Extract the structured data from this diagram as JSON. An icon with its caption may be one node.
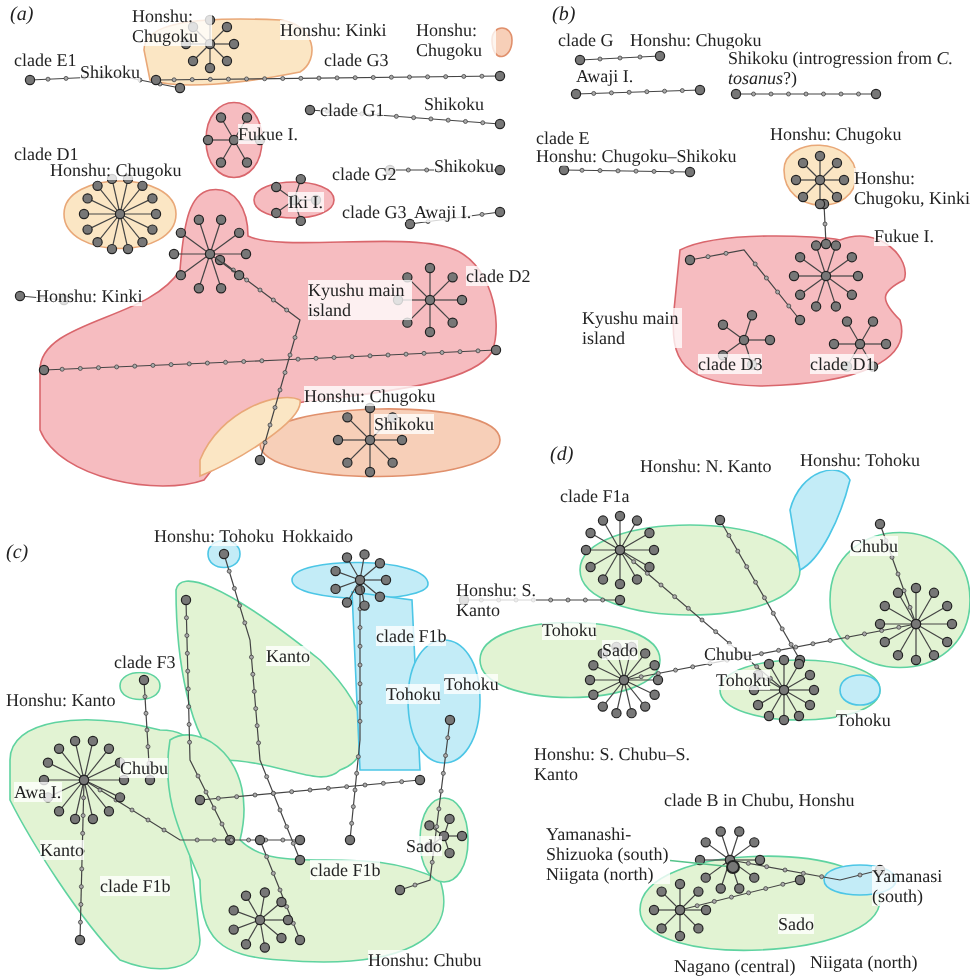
{
  "diagram": {
    "nodes": [
      {
        "text": [
          "Yamanashi- Shizuoka (south) Niigata (north)"
        ]
      },
      {
        "text": [],
        "shape": "circle"
      }
    ],
    "edges": [
      {
        "from": 0,
        "to": 1,
        "arrow": "none"
      }
    ],
    "labels": [
      "(a)",
      "Honshu: Chugoku",
      "Honshu: Kinki",
      "Honshu: Chugoku",
      "clade E1",
      "Shikoku",
      "clade G3",
      "clade G1",
      "Shikoku",
      "clade D1",
      "Fukue I.",
      "Honshu: Chugoku",
      "clade G2",
      "Shikoku",
      "Iki I.",
      "clade G3",
      "Awaji I.",
      "clade D2",
      "Honshu: Kinki",
      "Kyushu main island",
      "Honshu: Chugoku",
      "Shikoku",
      "(b)",
      "clade G",
      "Honshu: Chugoku",
      "Awaji I.",
      "Shikoku (introgression from *C. tosanus*?)",
      "clade E",
      "Honshu: Chugoku–Shikoku",
      "Honshu: Chugoku",
      "Honshu: Chugoku, Kinki",
      "Fukue I.",
      "Kyushu main island",
      "clade D3",
      "clade D1",
      "(c)",
      "Honshu: Tohoku",
      "Hokkaido",
      "Kanto",
      "clade F1b",
      "clade F3",
      "Tohoku",
      "Tohoku",
      "Honshu: Kanto",
      "Chubu",
      "Awa I.",
      "Kanto",
      "clade F1b",
      "clade F1b",
      "Sado",
      "Honshu: Chubu",
      "(d)",
      "Honshu: N. Kanto",
      "Honshu: Tohoku",
      "clade F1a",
      "Chubu",
      "Honshu: S. Kanto",
      "Tohoku",
      "Sado",
      "Chubu",
      "Tohoku",
      "Tohoku",
      "Honshu: S. Chubu–S. Kanto",
      "clade B in Chubu, Honshu",
      "Yamanasi (south)",
      "Sado",
      "Nagano (central)",
      "Niigata (north)"
    ]
  }
}
